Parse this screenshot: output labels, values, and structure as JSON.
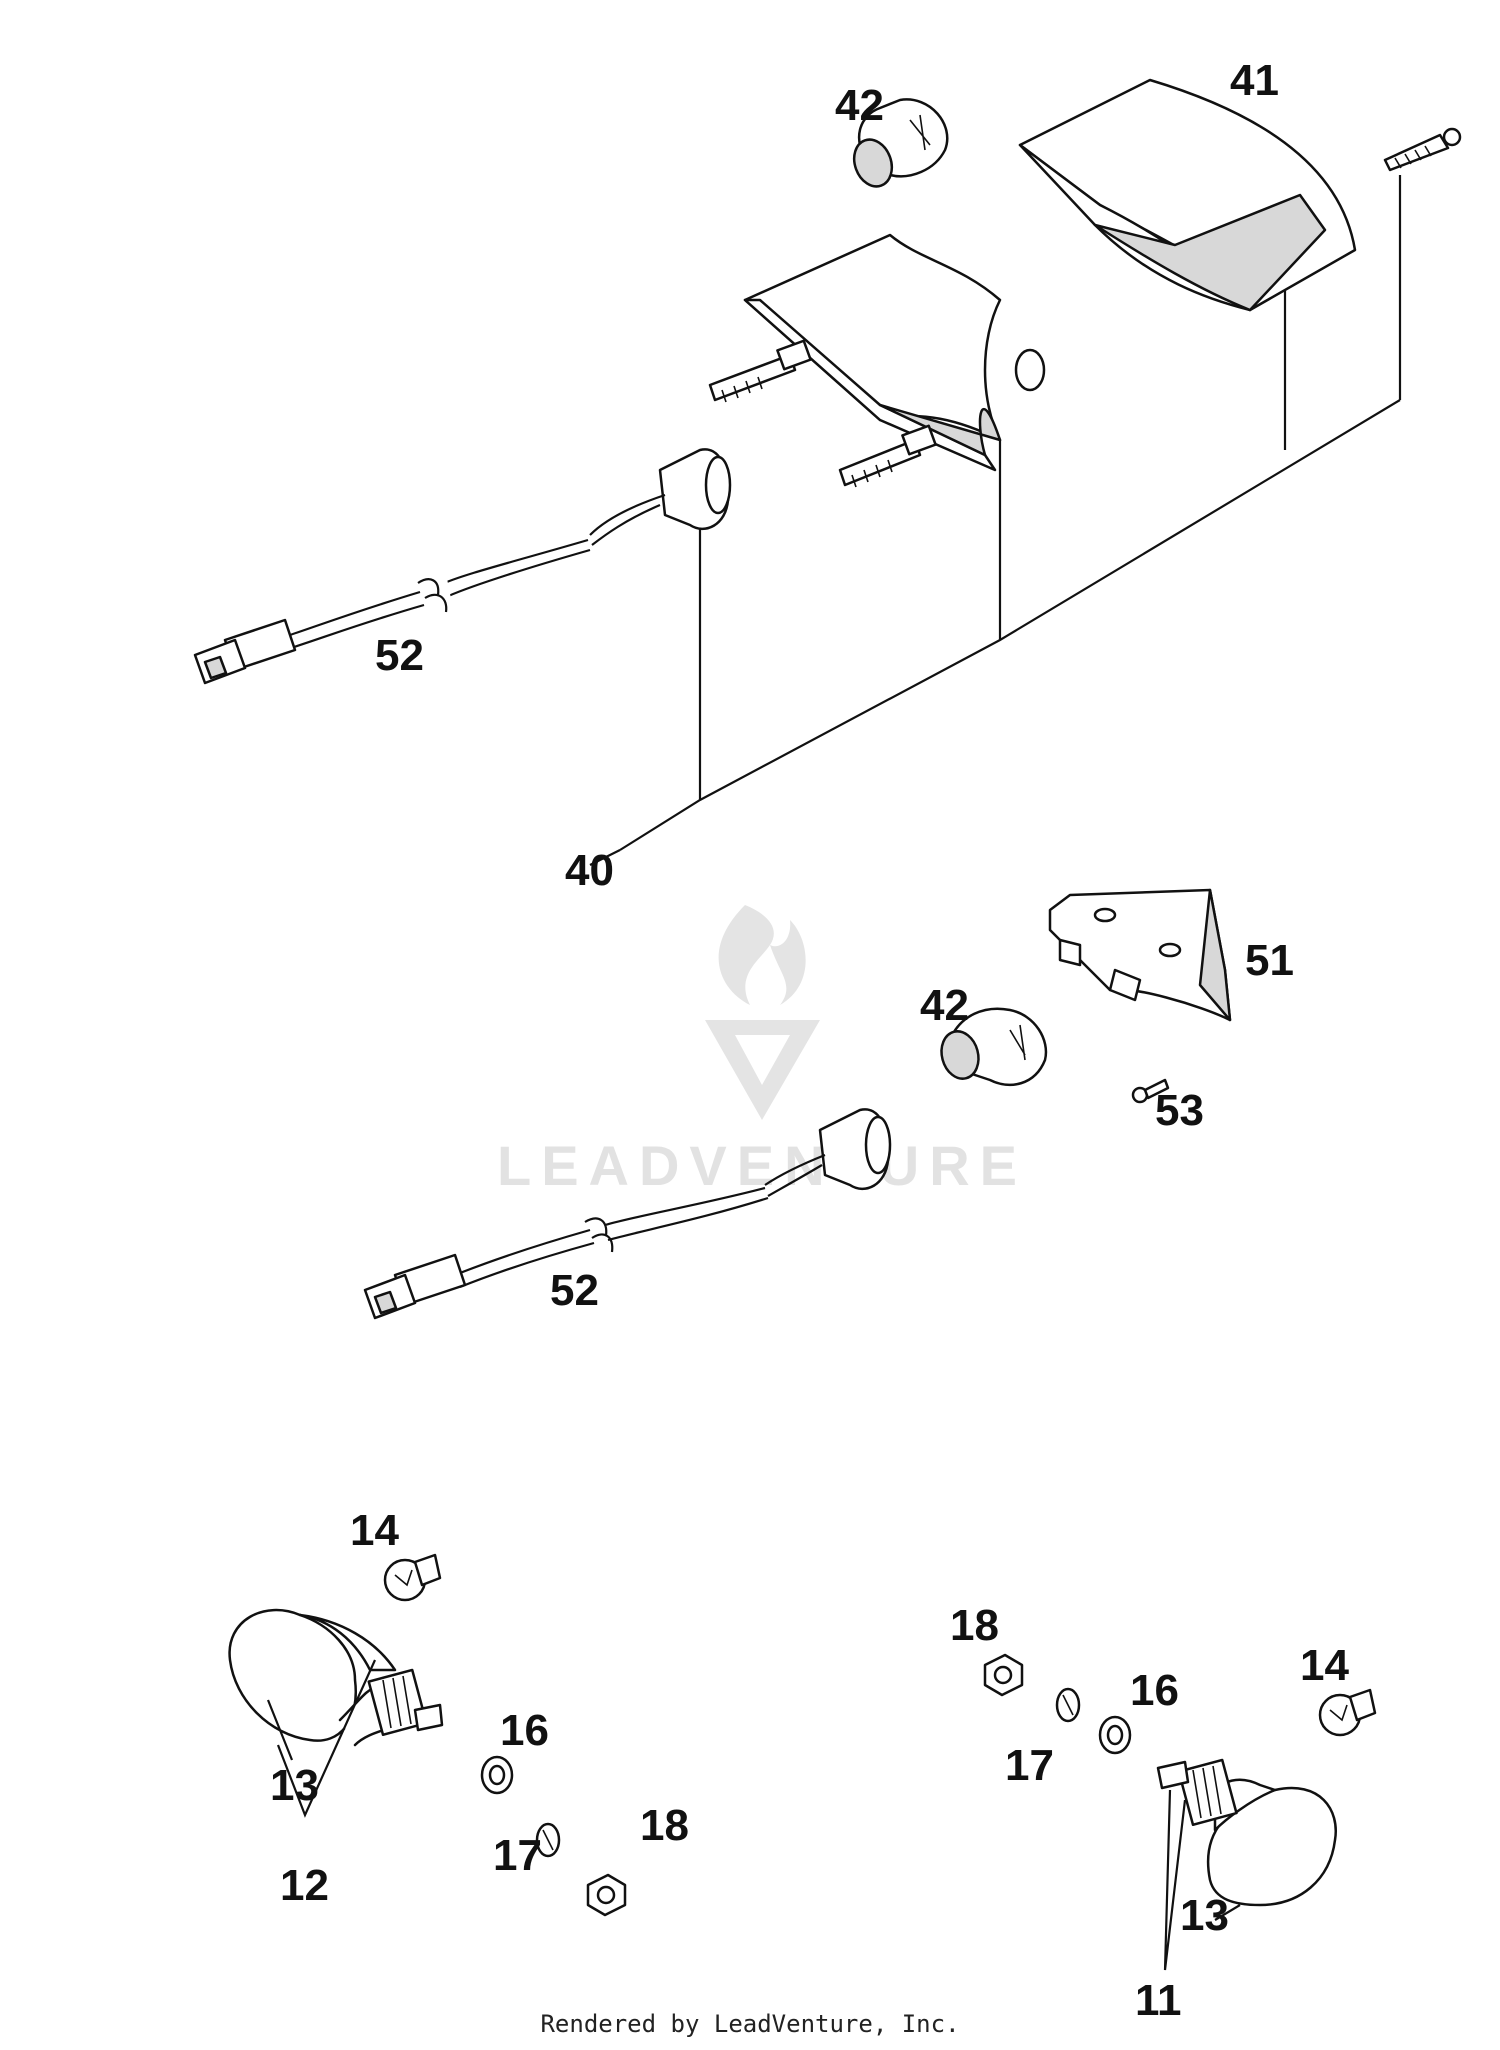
{
  "diagram": {
    "callouts": {
      "c41": "41",
      "c42_top": "42",
      "c52_top": "52",
      "c40": "40",
      "c51": "51",
      "c42_mid": "42",
      "c53": "53",
      "c52_mid": "52",
      "c14_left": "14",
      "c13_left": "13",
      "c12": "12",
      "c16_left": "16",
      "c17_left": "17",
      "c18_left": "18",
      "c18_right": "18",
      "c16_right": "16",
      "c17_right": "17",
      "c14_right": "14",
      "c13_right": "13",
      "c11": "11"
    },
    "watermark": {
      "logo_icon": "flame-v-logo-icon",
      "text": "LEADVENTURE"
    }
  },
  "footer": {
    "text": "Rendered by LeadVenture, Inc."
  }
}
